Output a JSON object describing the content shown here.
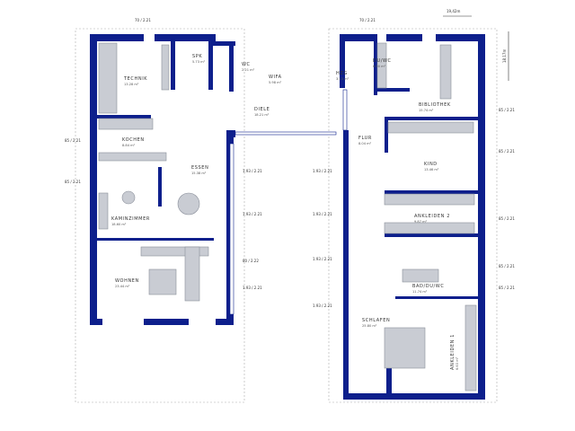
{
  "dimensions": {
    "width": "19,42m",
    "depth": "18,17m"
  },
  "rooms": [
    {
      "name": "TECHNIK",
      "area": "13.28 m²"
    },
    {
      "name": "SPK",
      "area": "5.73 m²"
    },
    {
      "name": "WC",
      "area": "2.21 m²"
    },
    {
      "name": "WIFA",
      "area": "5.98 m²"
    },
    {
      "name": "DIELE",
      "area": "18.21 m²"
    },
    {
      "name": "KOCHEN",
      "area": "8.84 m²"
    },
    {
      "name": "ESSEN",
      "area": "15.38 m²"
    },
    {
      "name": "KAMINZIMMER",
      "area": "18.60 m²"
    },
    {
      "name": "WOHNEN",
      "area": "23.44 m²"
    },
    {
      "name": "HZG",
      "area": "3.13 m²"
    },
    {
      "name": "DU/WC",
      "area": "6.00 m²"
    },
    {
      "name": "BIBLIOTHEK",
      "area": "15.74 m²"
    },
    {
      "name": "FLUR",
      "area": "8.04 m²"
    },
    {
      "name": "KIND",
      "area": "13.46 m²"
    },
    {
      "name": "ANKLEIDEN 2",
      "area": "9.87 m²"
    },
    {
      "name": "BAD/DU/WC",
      "area": "11.74 m²"
    },
    {
      "name": "SCHLAFEN",
      "area": "25.80 m²"
    },
    {
      "name": "ANKLEIDEN 1",
      "area": "6.63 m²"
    }
  ],
  "openings": {
    "window_a": "1.93 / 2.21",
    "door_a": "85 / 2.21",
    "door_b": "80 / 2.22",
    "top": "70 / 2.21"
  },
  "colors": {
    "walls": "#0d1f8c",
    "furniture": "#c9ccd3"
  }
}
